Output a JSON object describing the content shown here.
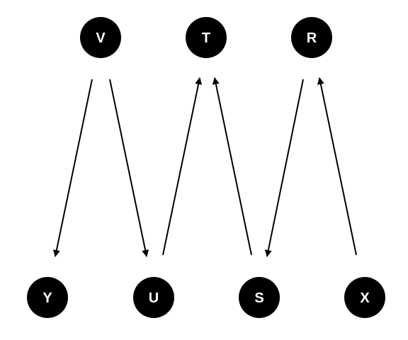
{
  "colors": {
    "background": "#ffffff",
    "node_fill": "#000000",
    "node_text": "#ffffff",
    "edge": "#000000"
  },
  "nodes": [
    {
      "id": "V",
      "label": "V"
    },
    {
      "id": "T",
      "label": "T"
    },
    {
      "id": "R",
      "label": "R"
    },
    {
      "id": "Y",
      "label": "Y"
    },
    {
      "id": "U",
      "label": "U"
    },
    {
      "id": "S",
      "label": "S"
    },
    {
      "id": "X",
      "label": "X"
    }
  ],
  "edges": [
    {
      "from": "V",
      "to": "Y"
    },
    {
      "from": "V",
      "to": "U"
    },
    {
      "from": "U",
      "to": "T"
    },
    {
      "from": "S",
      "to": "T"
    },
    {
      "from": "R",
      "to": "S"
    },
    {
      "from": "X",
      "to": "R"
    }
  ]
}
